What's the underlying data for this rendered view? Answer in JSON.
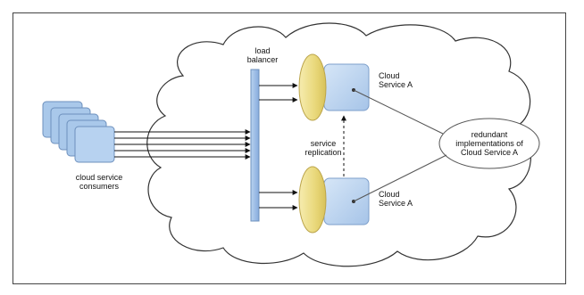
{
  "labels": {
    "load_balancer": "load\nbalancer",
    "consumers": "cloud service\nconsumers",
    "service_top": "Cloud\nService A",
    "service_bottom": "Cloud\nService A",
    "replication": "service\nreplication",
    "redundant": "redundant\nimplementations of\nCloud Service A"
  },
  "colors": {
    "cloud_stroke": "#333333",
    "consumer_fill": "#a9c8ea",
    "balancer_fill": "#9ebfe6",
    "disc_fill": "#efe08e",
    "service_fill": "#b9d2ee",
    "arrow": "#111111"
  }
}
